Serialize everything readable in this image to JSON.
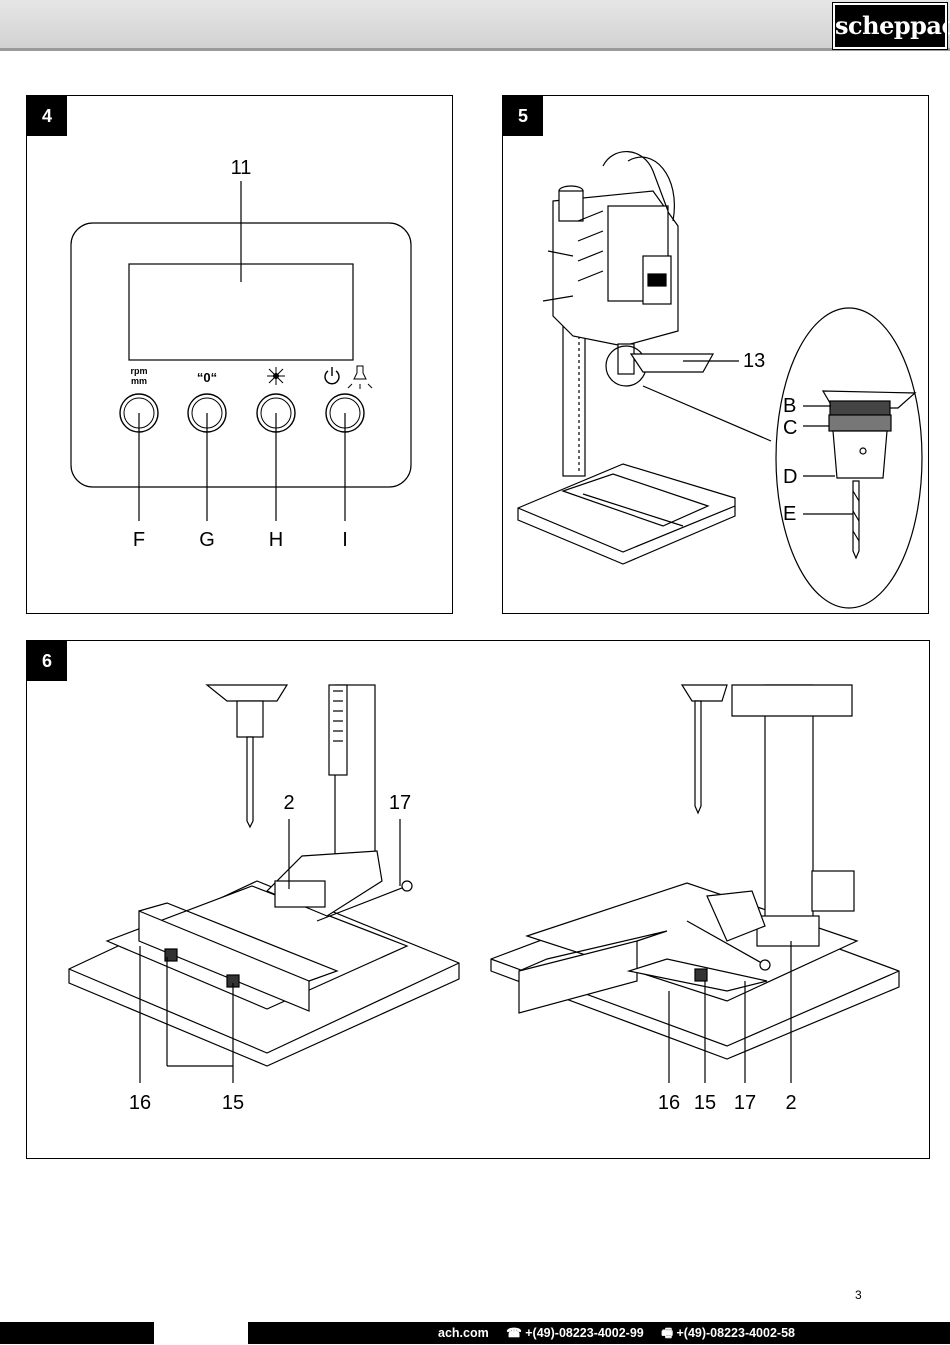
{
  "header": {
    "brand": "scheppach"
  },
  "figure4": {
    "number": "4",
    "display_label": "11",
    "button_labels": {
      "rpm_top": "rpm",
      "rpm_bottom": "mm",
      "zero": "“0“"
    },
    "button_letters": [
      "F",
      "G",
      "H",
      "I"
    ]
  },
  "figure5": {
    "number": "5",
    "labels": {
      "guard": "13",
      "b": "B",
      "c": "C",
      "d": "D",
      "e": "E"
    }
  },
  "figure6": {
    "number": "6",
    "left_labels": {
      "table": "2",
      "lever": "17",
      "fence": "16",
      "clamp": "15"
    },
    "right_labels": {
      "fence": "16",
      "clamp": "15",
      "lever": "17",
      "table": "2"
    }
  },
  "page_number": "3",
  "footer": {
    "website": "ach.com",
    "phone": "☎ +(49)-08223-4002-99",
    "fax": "🖷 +(49)-08223-4002-58"
  }
}
